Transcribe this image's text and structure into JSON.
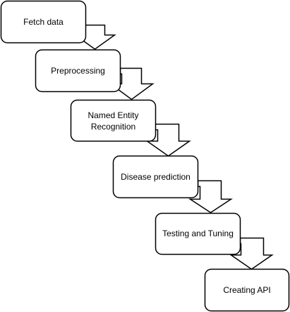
{
  "diagram": {
    "stroke_color": "#000000",
    "fill_color": "#ffffff",
    "steps": [
      {
        "lines": [
          "Fetch data"
        ]
      },
      {
        "lines": [
          "Preprocessing"
        ]
      },
      {
        "lines": [
          "Named Entity",
          "Recognition"
        ]
      },
      {
        "lines": [
          "Disease prediction"
        ]
      },
      {
        "lines": [
          "Testing and Tuning"
        ]
      },
      {
        "lines": [
          "Creating API"
        ]
      }
    ]
  }
}
